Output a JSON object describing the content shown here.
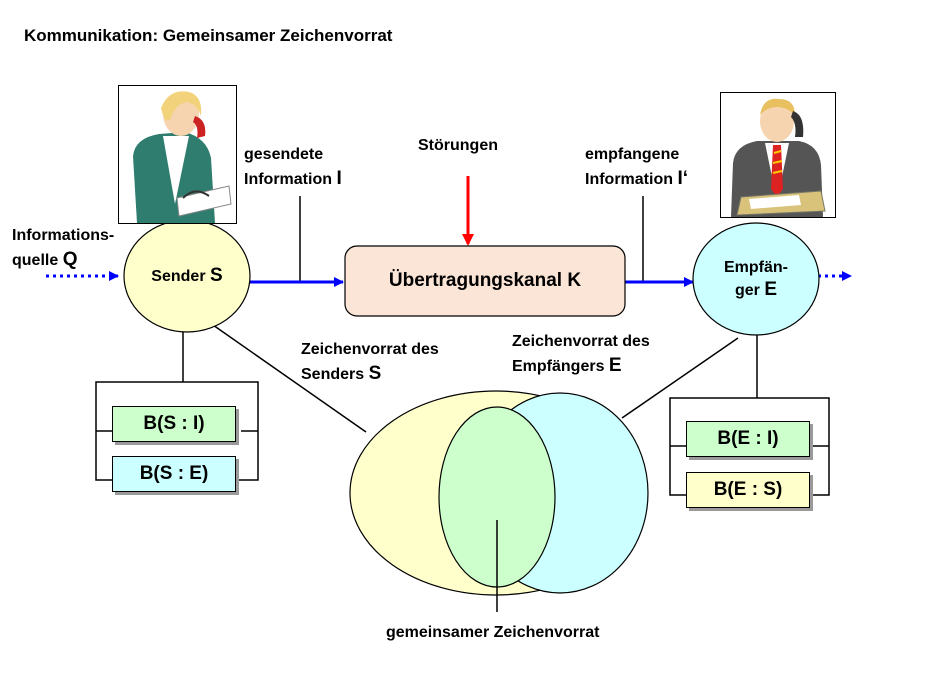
{
  "title": "Kommunikation: Gemeinsamer Zeichenvorrat",
  "source": {
    "line1": "Informations-",
    "line2": "quelle",
    "letter": "Q"
  },
  "sender": {
    "label": "Sender",
    "letter": "S"
  },
  "sent_info": {
    "line1": "gesendete",
    "line2": "Information",
    "letter": "I"
  },
  "noise": "Störungen",
  "channel": {
    "label": "Übertragungskanal",
    "letter": "K"
  },
  "received_info": {
    "line1": "empfangene",
    "line2": "Information",
    "letter": "I‘"
  },
  "receiver": {
    "line1": "Empfän-",
    "line2": "ger",
    "letter": "E"
  },
  "sender_set": {
    "line1": "Zeichenvorrat des",
    "line2": "Senders",
    "letter": "S"
  },
  "receiver_set": {
    "line1": "Zeichenvorrat des",
    "line2": "Empfängers",
    "letter": "E"
  },
  "common_set": "gemeinsamer Zeichenvorrat",
  "sender_boxes": [
    "B(S : I)",
    "B(S : E)"
  ],
  "receiver_boxes": [
    "B(E : I)",
    "B(E : S)"
  ],
  "colors": {
    "node_yellow": "#ffffcc",
    "node_cyan": "#ccffff",
    "channel_fill": "#fbe5d6",
    "green": "#ccffcc",
    "arrow_blue": "#0000ff",
    "arrow_red": "#ff0000"
  },
  "icons": {
    "sender_picture": "woman-on-phone-icon",
    "receiver_picture": "man-on-phone-icon"
  }
}
